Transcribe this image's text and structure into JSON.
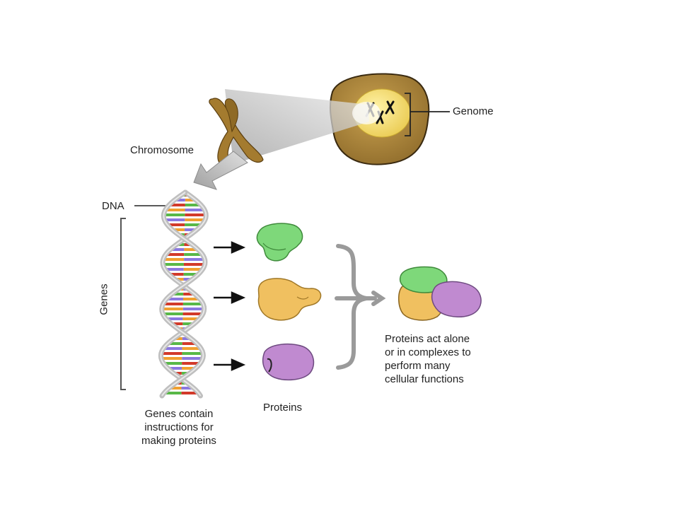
{
  "labels": {
    "genome": "Genome",
    "chromosome": "Chromosome",
    "dna": "DNA",
    "genes": "Genes",
    "genes_caption": [
      "Genes contain",
      "instructions for",
      "making proteins"
    ],
    "proteins": "Proteins",
    "complex_caption": [
      "Proteins act alone",
      "or in complexes to",
      "perform many",
      "cellular functions"
    ]
  },
  "colors": {
    "cell_body": "#b08a3e",
    "nucleus": "#f5e27a",
    "chromosome": "#a07a30",
    "zoom_beam": "#c8c8c8",
    "dna_backbone": "#bfbfbf",
    "base_red": "#d23a2a",
    "base_orange": "#f0a030",
    "base_green": "#58b848",
    "base_purple": "#8a78e0",
    "protein_green": "#7ed87a",
    "protein_yellow": "#f0c060",
    "protein_purple": "#c08ad0",
    "bracket": "#888888"
  }
}
